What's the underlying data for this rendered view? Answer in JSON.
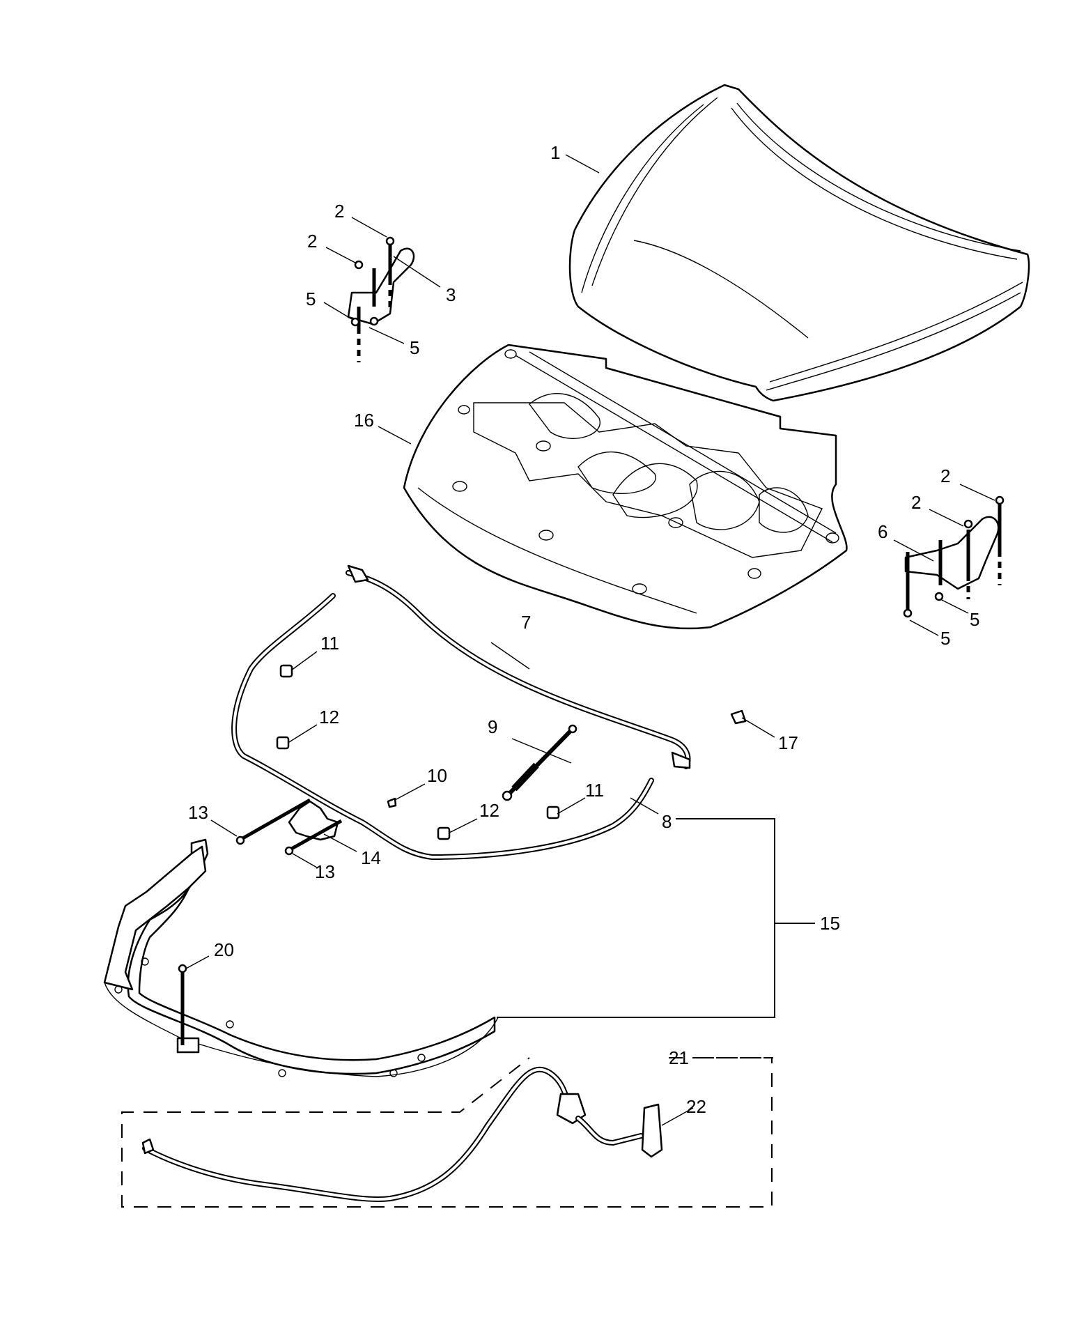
{
  "callouts": [
    {
      "id": "c1",
      "text": "1"
    },
    {
      "id": "c2a",
      "text": "2"
    },
    {
      "id": "c2b",
      "text": "2"
    },
    {
      "id": "c3",
      "text": "3"
    },
    {
      "id": "c5a",
      "text": "5"
    },
    {
      "id": "c5b",
      "text": "5"
    },
    {
      "id": "c16",
      "text": "16"
    },
    {
      "id": "c2c",
      "text": "2"
    },
    {
      "id": "c2d",
      "text": "2"
    },
    {
      "id": "c6",
      "text": "6"
    },
    {
      "id": "c5c",
      "text": "5"
    },
    {
      "id": "c5d",
      "text": "5"
    },
    {
      "id": "c7",
      "text": "7"
    },
    {
      "id": "c11a",
      "text": "11"
    },
    {
      "id": "c12a",
      "text": "12"
    },
    {
      "id": "c9",
      "text": "9"
    },
    {
      "id": "c17",
      "text": "17"
    },
    {
      "id": "c10",
      "text": "10"
    },
    {
      "id": "c11b",
      "text": "11"
    },
    {
      "id": "c12b",
      "text": "12"
    },
    {
      "id": "c13a",
      "text": "13"
    },
    {
      "id": "c14",
      "text": "14"
    },
    {
      "id": "c13b",
      "text": "13"
    },
    {
      "id": "c8",
      "text": "8"
    },
    {
      "id": "c15",
      "text": "15"
    },
    {
      "id": "c20",
      "text": "20"
    },
    {
      "id": "c21",
      "text": "21"
    },
    {
      "id": "c22",
      "text": "22"
    }
  ]
}
